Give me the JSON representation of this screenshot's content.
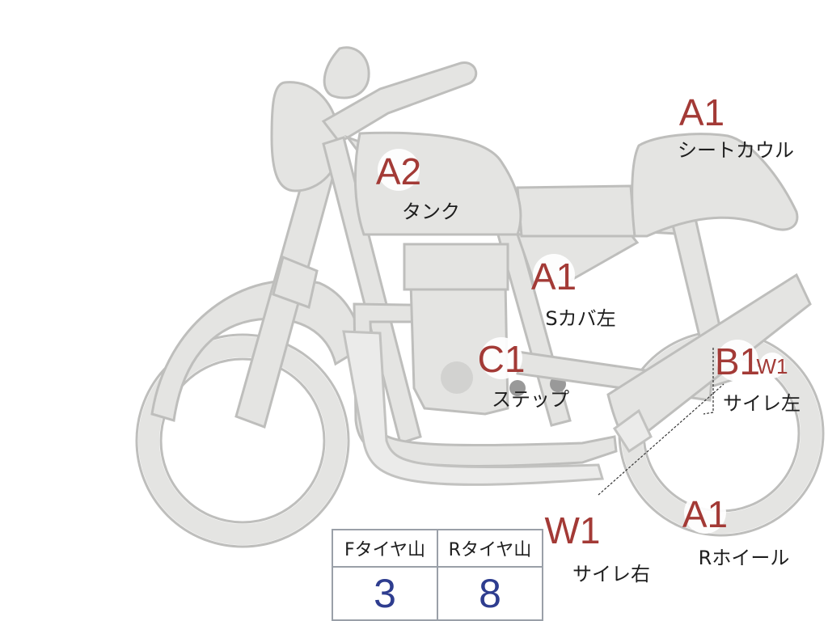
{
  "parts": [
    {
      "id": "seat-cowl",
      "code": "A1",
      "label": "シートカウル"
    },
    {
      "id": "tank",
      "code": "A2",
      "label": "タンク"
    },
    {
      "id": "side-cover-left",
      "code": "A1",
      "label": "Sカバ左"
    },
    {
      "id": "step",
      "code": "C1",
      "label": "ステップ"
    },
    {
      "id": "muffler-left",
      "code": "B1",
      "code_secondary": "W1",
      "label": "サイレ左"
    },
    {
      "id": "muffler-right",
      "code": "W1",
      "label": "サイレ右"
    },
    {
      "id": "rear-wheel",
      "code": "A1",
      "label": "Rホイール"
    }
  ],
  "tire_table": {
    "headers": [
      "Fタイヤ山",
      "Rタイヤ山"
    ],
    "values": [
      "3",
      "8"
    ]
  },
  "colors": {
    "body_fill": "#e4e4e2",
    "outline": "#bebebc",
    "code_red": "#a33a36",
    "value_blue": "#2e3d8f"
  }
}
